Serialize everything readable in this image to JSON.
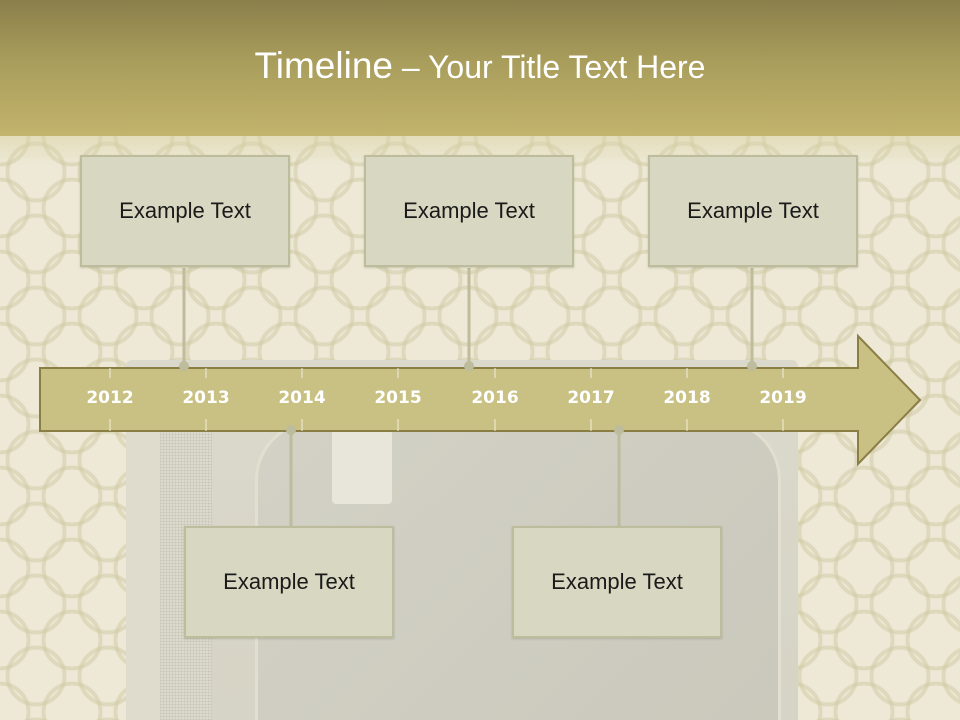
{
  "slide": {
    "title_main": "Timeline",
    "title_dash": " – ",
    "title_sub": "Your Title Text Here"
  },
  "timeline": {
    "years": [
      "2012",
      "2013",
      "2014",
      "2015",
      "2016",
      "2017",
      "2018",
      "2019"
    ],
    "arrow_color": "#c9c084",
    "arrow_border": "#8a7e44",
    "connector_color": "#bdbc9c"
  },
  "boxes_top": [
    {
      "text": "Example Text"
    },
    {
      "text": "Example Text"
    },
    {
      "text": "Example Text"
    }
  ],
  "boxes_bottom": [
    {
      "text": "Example Text"
    },
    {
      "text": "Example Text"
    }
  ]
}
